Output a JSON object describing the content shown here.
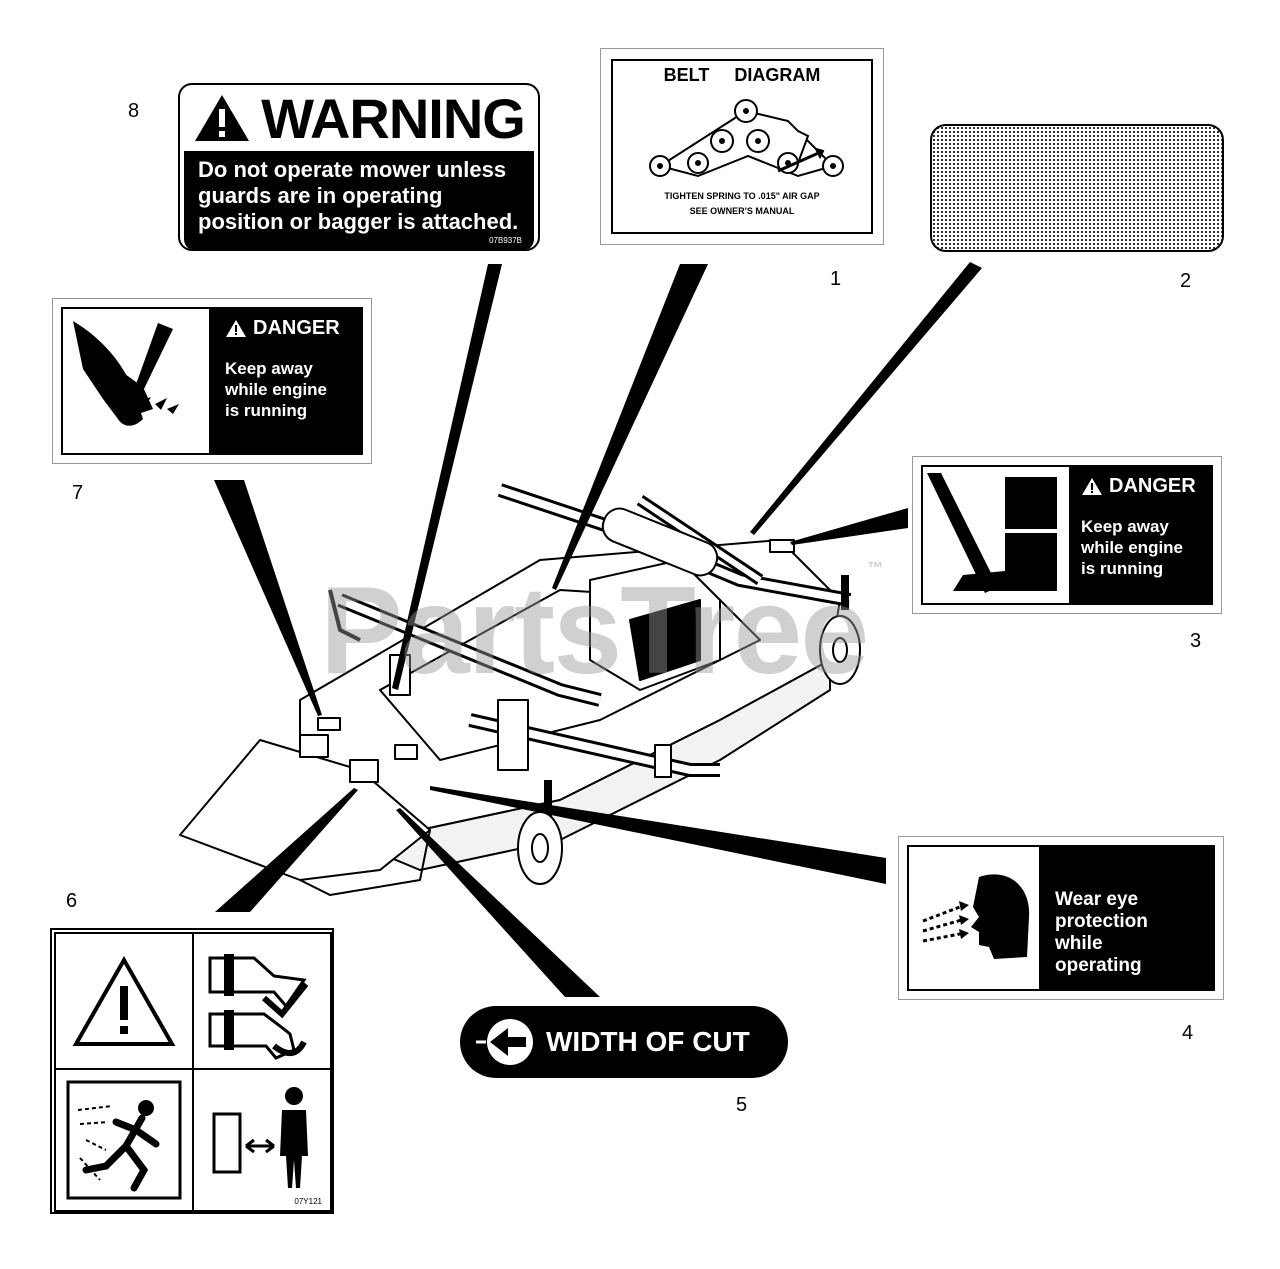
{
  "callouts": [
    "1",
    "2",
    "3",
    "4",
    "5",
    "6",
    "7",
    "8"
  ],
  "decal_8": {
    "heading": "WARNING",
    "message": "Do not operate mower unless\nguards are in operating\nposition or bagger is attached.",
    "code": "07B937B"
  },
  "decal_1": {
    "title": "BELT DIAGRAM",
    "note": "TIGHTEN SPRING TO .015\" AIR GAP\nSEE OWNER'S MANUAL"
  },
  "decal_7": {
    "heading": "DANGER",
    "message": "Keep away\nwhile engine\nis running"
  },
  "decal_3": {
    "heading": "DANGER",
    "message": "Keep away\nwhile engine\nis running"
  },
  "decal_4": {
    "message": "Wear eye\nprotection\nwhile\noperating"
  },
  "decal_5": {
    "label": "WIDTH OF CUT"
  },
  "decal_6": {
    "code": "07Y121"
  },
  "watermark": {
    "text": "PartsTree",
    "tm": "™"
  },
  "colors": {
    "ink": "#000000",
    "paper": "#ffffff",
    "watermark": "#969696"
  }
}
